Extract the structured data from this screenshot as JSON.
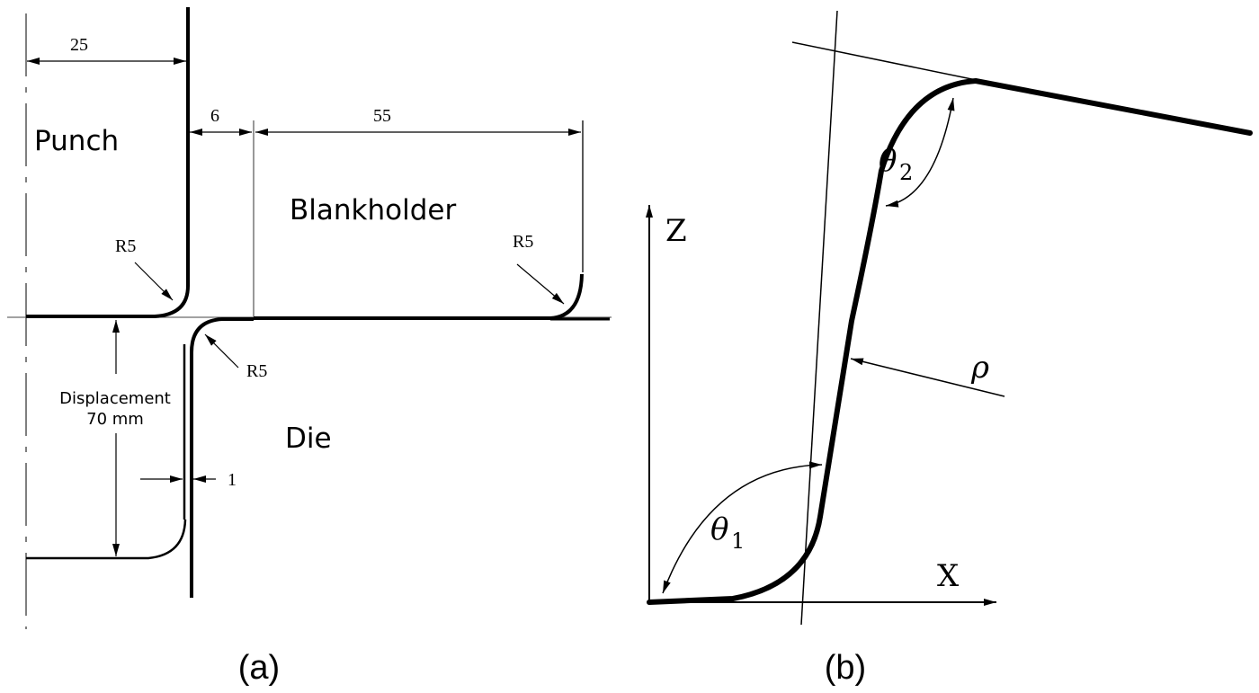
{
  "figure": {
    "panel_a": {
      "caption": "(a)",
      "regions": {
        "punch": "Punch",
        "blankholder": "Blankholder",
        "die": "Die"
      },
      "dimensions": {
        "punch_half_width": "25",
        "clearance": "6",
        "blankholder_width": "55",
        "sheet_thickness": "1",
        "punch_radius": "R5",
        "die_radius": "R5",
        "blankholder_radius": "R5"
      },
      "displacement": {
        "line1": "Displacement",
        "line2": "70 mm"
      }
    },
    "panel_b": {
      "caption": "(b)",
      "axes": {
        "vertical": "Z",
        "horizontal": "X"
      },
      "symbols": {
        "theta1": "θ",
        "theta1_sub": "1",
        "theta2": "θ",
        "theta2_sub": "2",
        "rho": "ρ"
      }
    }
  }
}
